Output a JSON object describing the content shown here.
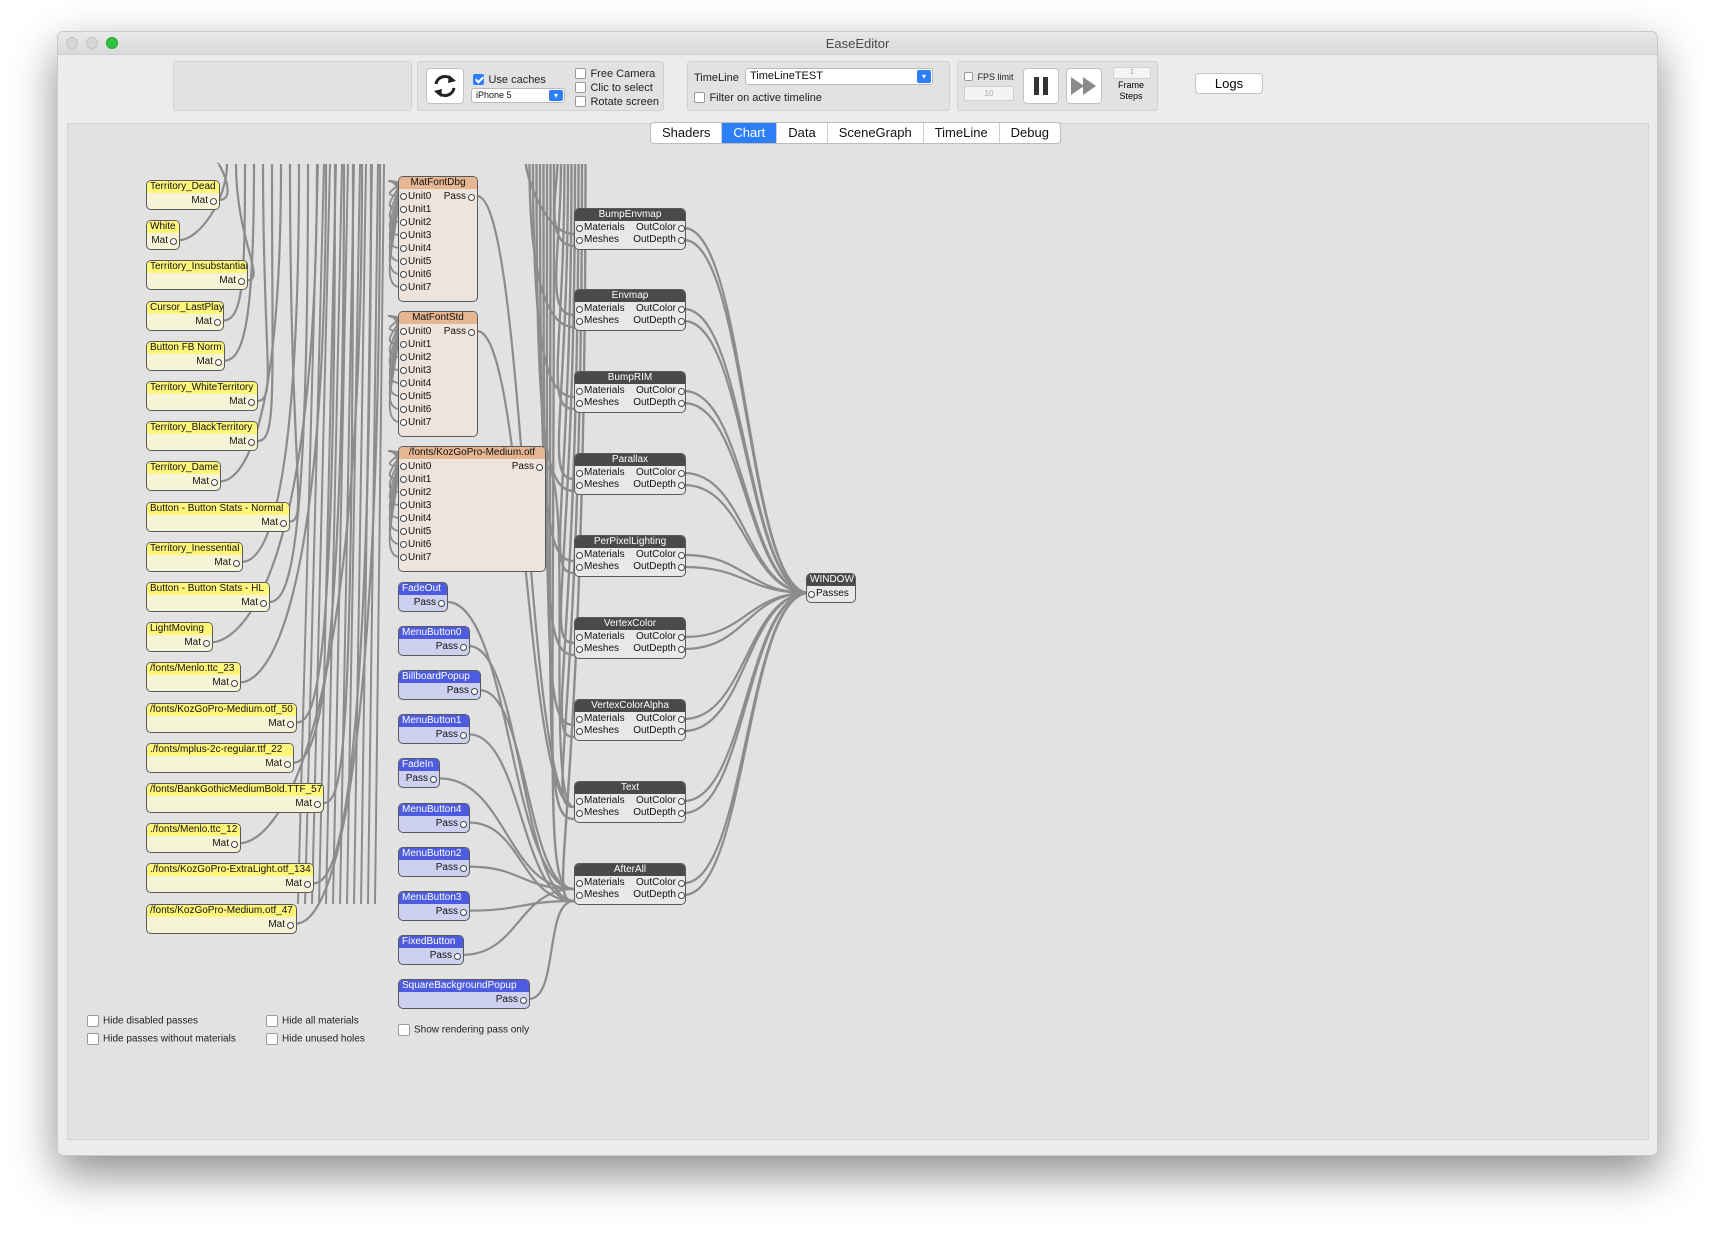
{
  "window": {
    "title": "EaseEditor"
  },
  "toolbar": {
    "use_caches_label": "Use caches",
    "use_caches_checked": true,
    "device_value": "iPhone 5",
    "free_camera_label": "Free Camera",
    "clic_to_select_label": "Clic to select",
    "rotate_screen_label": "Rotate screen",
    "timeline_label": "TimeLine",
    "timeline_value": "TimeLineTEST",
    "filter_label": "Filter on active timeline",
    "fps_limit_label": "FPS limit",
    "fps_value": "10",
    "frame_steps_value": "1",
    "frame_steps_label": "Frame Steps",
    "logs_label": "Logs"
  },
  "tabs": [
    {
      "label": "Shaders"
    },
    {
      "label": "Chart",
      "active": true
    },
    {
      "label": "Data"
    },
    {
      "label": "SceneGraph"
    },
    {
      "label": "TimeLine"
    },
    {
      "label": "Debug"
    }
  ],
  "materials": [
    "Territory_Dead",
    "White",
    "Territory_Insubstantial",
    "Cursor_LastPlay",
    "Button FB Norm",
    "Territory_WhiteTerritory",
    "Territory_BlackTerritory",
    "Territory_Dame",
    "Button - Button Stats - Normal",
    "Territory_Inessential",
    "Button - Button Stats - HL",
    "LightMoving",
    "/fonts/Menlo.ttc_23",
    "/fonts/KozGoPro-Medium.otf_50",
    "./fonts/mplus-2c-regular.ttf_22",
    "/fonts/BankGothicMediumBold.TTF_57",
    "./fonts/Menlo.ttc_12",
    "./fonts/KozGoPro-ExtraLight.otf_134",
    "/fonts/KozGoPro-Medium.otf_47"
  ],
  "mat_port_label": "Mat",
  "font_passes": [
    {
      "name": "MatFontDbg",
      "units": [
        "Unit0",
        "Unit1",
        "Unit2",
        "Unit3",
        "Unit4",
        "Unit5",
        "Unit6",
        "Unit7"
      ]
    },
    {
      "name": "MatFontStd",
      "units": [
        "Unit0",
        "Unit1",
        "Unit2",
        "Unit3",
        "Unit4",
        "Unit5",
        "Unit6",
        "Unit7"
      ]
    },
    {
      "name": "/fonts/KozGoPro-Medium.otf",
      "units": [
        "Unit0",
        "Unit1",
        "Unit2",
        "Unit3",
        "Unit4",
        "Unit5",
        "Unit6",
        "Unit7"
      ]
    }
  ],
  "passes": [
    "FadeOut",
    "MenuButton0",
    "BillboardPopup",
    "MenuButton1",
    "FadeIn",
    "MenuButton4",
    "MenuButton2",
    "MenuButton3",
    "FixedButton",
    "SquareBackgroundPopup"
  ],
  "pass_port_label": "Pass",
  "shaders": [
    "BumpEnvmap",
    "Envmap",
    "BumpRIM",
    "Parallax",
    "PerPixelLighting",
    "VertexColor",
    "VertexColorAlpha",
    "Text",
    "AfterAll"
  ],
  "shader_ports": {
    "in1": "Materials",
    "in2": "Meshes",
    "out1": "OutColor",
    "out2": "OutDepth"
  },
  "window_node": {
    "title": "WINDOW",
    "port": "Passes"
  },
  "bottom_options": {
    "hide_disabled": "Hide disabled passes",
    "hide_without_materials": "Hide passes without materials",
    "hide_all_materials": "Hide all materials",
    "hide_unused_holes": "Hide unused holes",
    "show_rendering_only": "Show rendering pass only"
  },
  "colors": {
    "accent": "#2d7ff9",
    "material_header": "#fdf67a",
    "pass_header": "#4d5be0",
    "font_header": "#e6b692",
    "shader_header": "#4a4a4a",
    "wire": "#8c8c8c"
  }
}
